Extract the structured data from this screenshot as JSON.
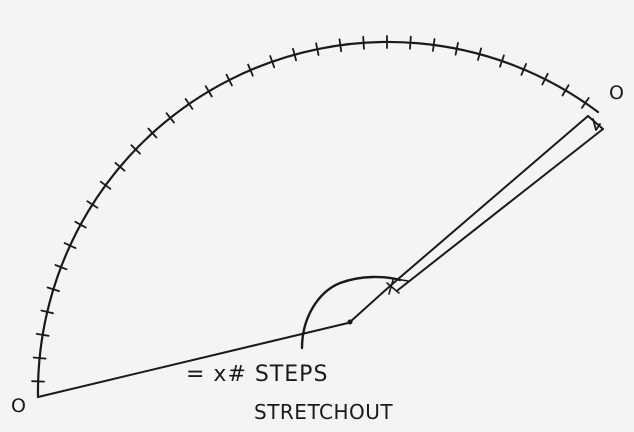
{
  "diagram": {
    "end_label_left": "O",
    "end_label_right": "O",
    "note_line_1": "= x# STEPS",
    "note_line_2": "STRETCHOUT",
    "arc_tick_count": 33,
    "ink_color": "#1a1a1a",
    "paper_color": "#f4f4f2"
  }
}
